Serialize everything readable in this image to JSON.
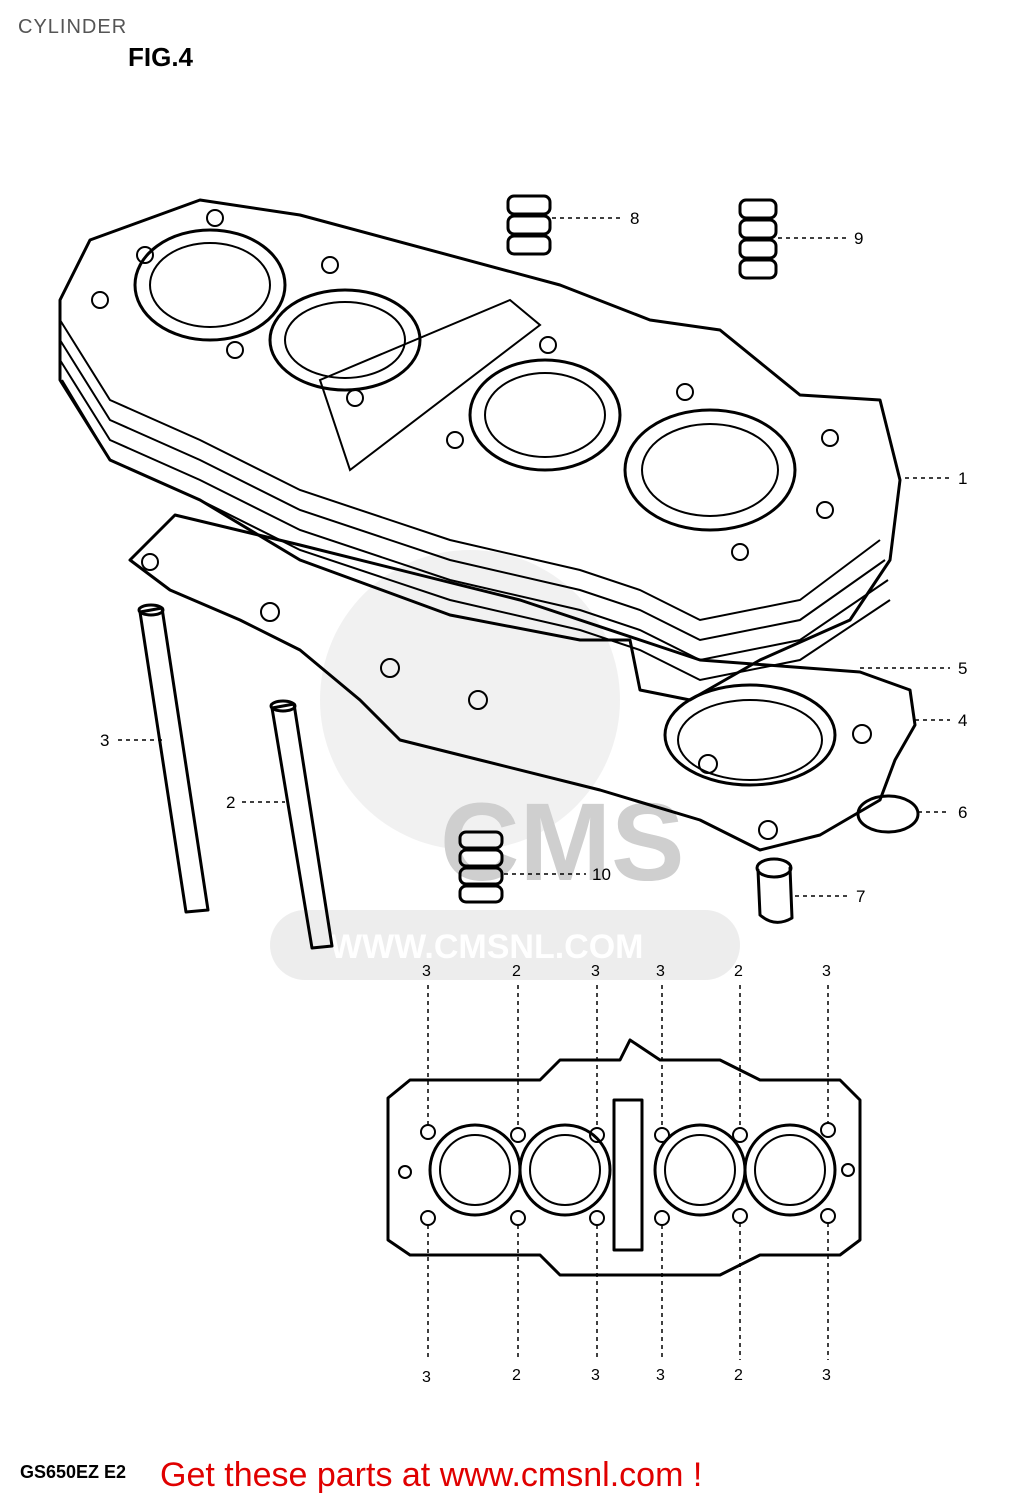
{
  "header": {
    "title": "CYLINDER",
    "figure": "FIG.4"
  },
  "watermark": {
    "logo_text": "CMS",
    "url_text": "WWW.CMSNL.COM"
  },
  "callouts": [
    {
      "id": "1",
      "text": "1"
    },
    {
      "id": "2",
      "text": "2"
    },
    {
      "id": "3",
      "text": "3"
    },
    {
      "id": "4",
      "text": "4"
    },
    {
      "id": "5",
      "text": "5"
    },
    {
      "id": "6",
      "text": "6"
    },
    {
      "id": "7",
      "text": "7"
    },
    {
      "id": "8",
      "text": "8"
    },
    {
      "id": "9",
      "text": "9"
    },
    {
      "id": "10",
      "text": "10"
    }
  ],
  "stud_positions": {
    "top": [
      "3",
      "2",
      "3",
      "3",
      "2",
      "3"
    ],
    "bottom": [
      "3",
      "2",
      "3",
      "3",
      "2",
      "3"
    ]
  },
  "footer": {
    "model_code": "GS650EZ E2",
    "link_text": "Get these parts at www.cmsnl.com !",
    "link_color": "#e00000"
  }
}
